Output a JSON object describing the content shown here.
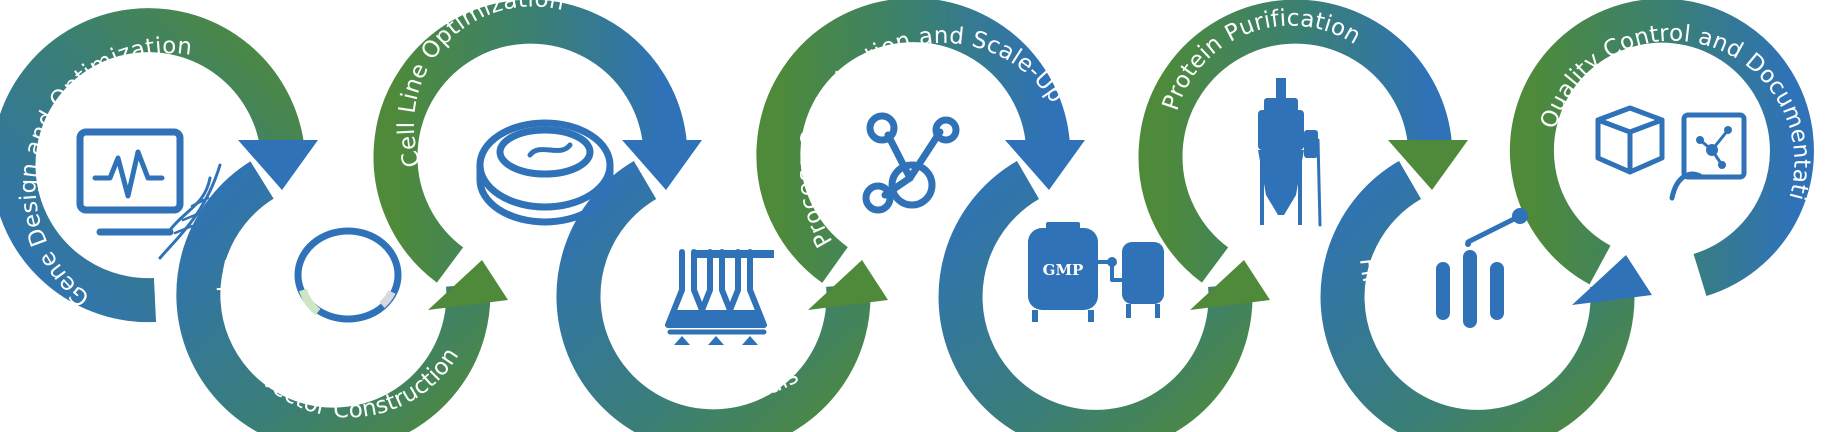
{
  "steps": [
    {
      "id": "gene",
      "label": "Gene Design and Optimization",
      "icon": "monitor-dna-icon"
    },
    {
      "id": "vector",
      "label": "Expression Vector Construction",
      "icon": "plasmid-ring-icon"
    },
    {
      "id": "cellline",
      "label": "Cell Line Optimization",
      "icon": "petri-dish-icon"
    },
    {
      "id": "small",
      "label": "Small-Scale Trials",
      "icon": "shake-flasks-icon"
    },
    {
      "id": "process",
      "label": "Process Optimization and Scale-Up",
      "icon": "molecule-nodes-icon"
    },
    {
      "id": "large",
      "label": "Large-Scale Production",
      "icon": "bioreactor-tanks-icon"
    },
    {
      "id": "purify",
      "label": "Protein Purification",
      "icon": "purification-column-icon"
    },
    {
      "id": "final",
      "label": "Final Testing and Release",
      "icon": "test-tubes-pipette-icon"
    },
    {
      "id": "qc",
      "label": "Quality Control and Documentation",
      "icon": "box-tablet-icon"
    }
  ],
  "icon_text": {
    "gmp": "GMP"
  },
  "colors": {
    "blue": "#2f72b8",
    "green": "#4e8a3a",
    "white": "#ffffff"
  }
}
